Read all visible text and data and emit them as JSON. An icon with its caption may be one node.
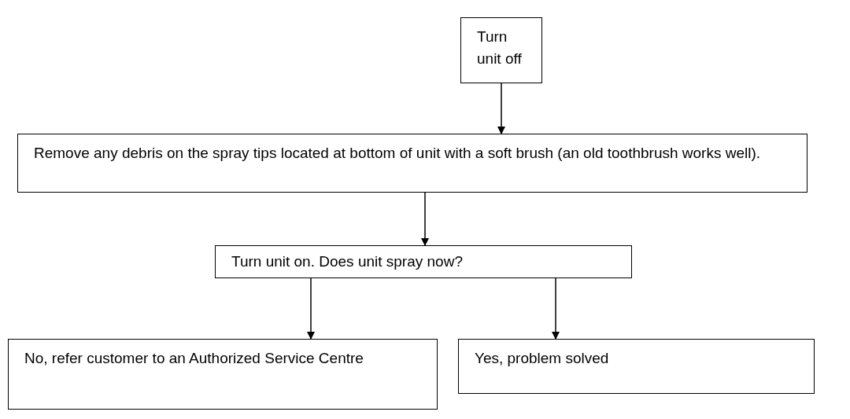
{
  "diagram": {
    "nodes": [
      {
        "text": [
          "Turn unit off"
        ]
      },
      {
        "text": [
          "Remove any debris on the spray tips located at bottom of unit with a soft brush (an old toothbrush works well)."
        ]
      },
      {
        "text": [
          "Turn unit on. Does unit spray now?"
        ]
      },
      {
        "text": [
          "No, refer customer to an Authorized Service Centre"
        ]
      },
      {
        "text": [
          "Yes, problem solved"
        ]
      }
    ],
    "edges": [
      {
        "from": 0,
        "to": 1,
        "arrow": "to"
      },
      {
        "from": 1,
        "to": 2,
        "arrow": "to"
      },
      {
        "from": 2,
        "to": 3,
        "arrow": "to"
      },
      {
        "from": 2,
        "to": 4,
        "arrow": "to"
      }
    ]
  }
}
